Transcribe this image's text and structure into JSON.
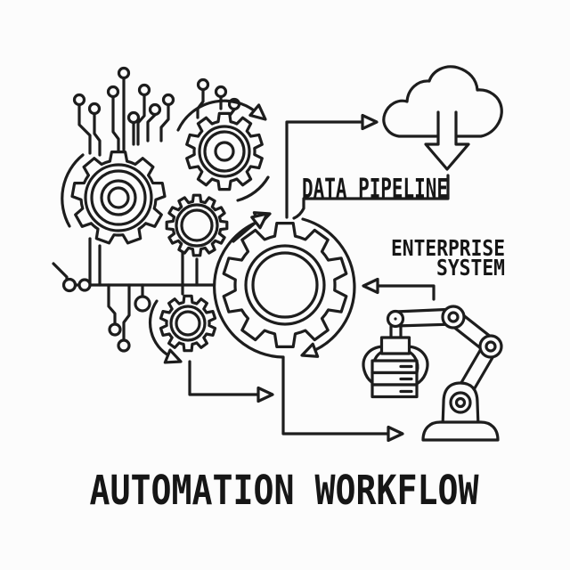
{
  "diagram": {
    "title": "AUTOMATION WORKFLOW",
    "labels": {
      "data_pipeline": "DATA PIPELINE",
      "enterprise_line1": "ENTERPRISE",
      "enterprise_line2": "SYSTEM"
    },
    "colors": {
      "line": "#1d1d1d",
      "text": "#161616",
      "background": "#fcfcfc"
    },
    "icons": [
      "circuit-traces-icon",
      "gear-icon",
      "rotation-arrow-icon",
      "cloud-download-icon",
      "data-flow-arrow-icon",
      "robot-arm-icon",
      "server-stack-icon",
      "gripper-icon"
    ]
  }
}
